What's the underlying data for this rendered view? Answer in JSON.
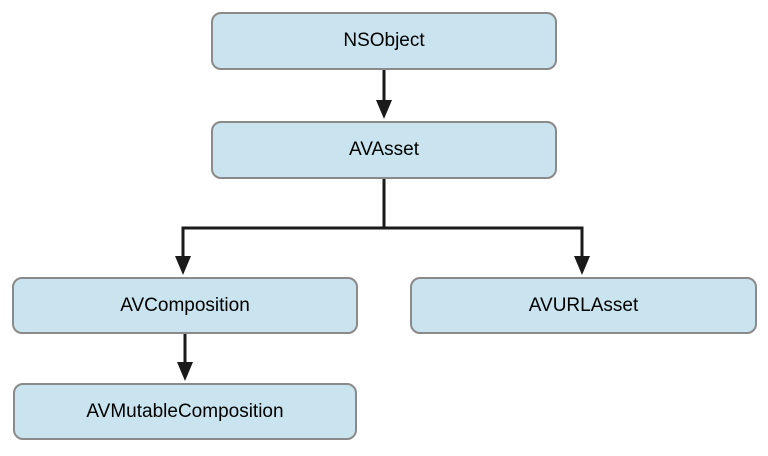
{
  "diagram": {
    "type": "class-hierarchy",
    "nodes": [
      {
        "label": "NSObject"
      },
      {
        "label": "AVAsset"
      },
      {
        "label": "AVComposition"
      },
      {
        "label": "AVURLAsset"
      },
      {
        "label": "AVMutableComposition"
      }
    ],
    "edges": [
      {
        "from": "NSObject",
        "to": "AVAsset"
      },
      {
        "from": "AVAsset",
        "to": "AVComposition"
      },
      {
        "from": "AVAsset",
        "to": "AVURLAsset"
      },
      {
        "from": "AVComposition",
        "to": "AVMutableComposition"
      }
    ],
    "colors": {
      "node_fill": "#c9e4ee",
      "node_border": "#8a8a8a",
      "connector": "#1a1a1a",
      "text": "#000000",
      "background": "#ffffff"
    }
  }
}
